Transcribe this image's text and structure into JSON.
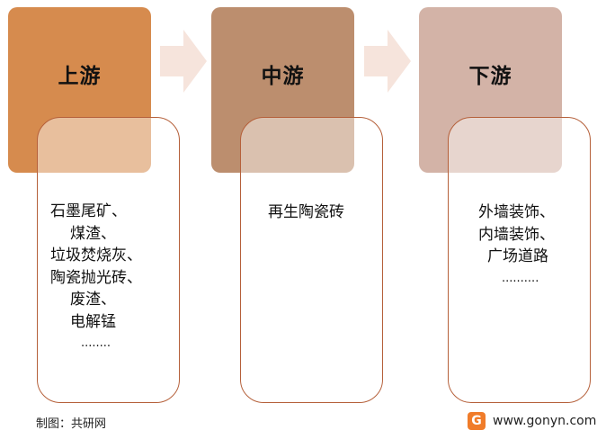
{
  "stages": [
    {
      "title": "上游",
      "color": "#d68b4e",
      "items": [
        "石墨尾矿、",
        "煤渣、",
        "垃圾焚烧灰、",
        "陶瓷抛光砖、",
        "废渣、",
        "电解锰",
        "........"
      ]
    },
    {
      "title": "中游",
      "color": "#bc8e6e",
      "items": [
        "再生陶瓷砖"
      ]
    },
    {
      "title": "下游",
      "color": "#d3b3a7",
      "items": [
        "外墙装饰、",
        "内墙装饰、",
        "广场道路",
        ".........."
      ]
    }
  ],
  "footer": {
    "source": "制图：共研网",
    "website": "www.gonyn.com",
    "logo_char": "G"
  }
}
